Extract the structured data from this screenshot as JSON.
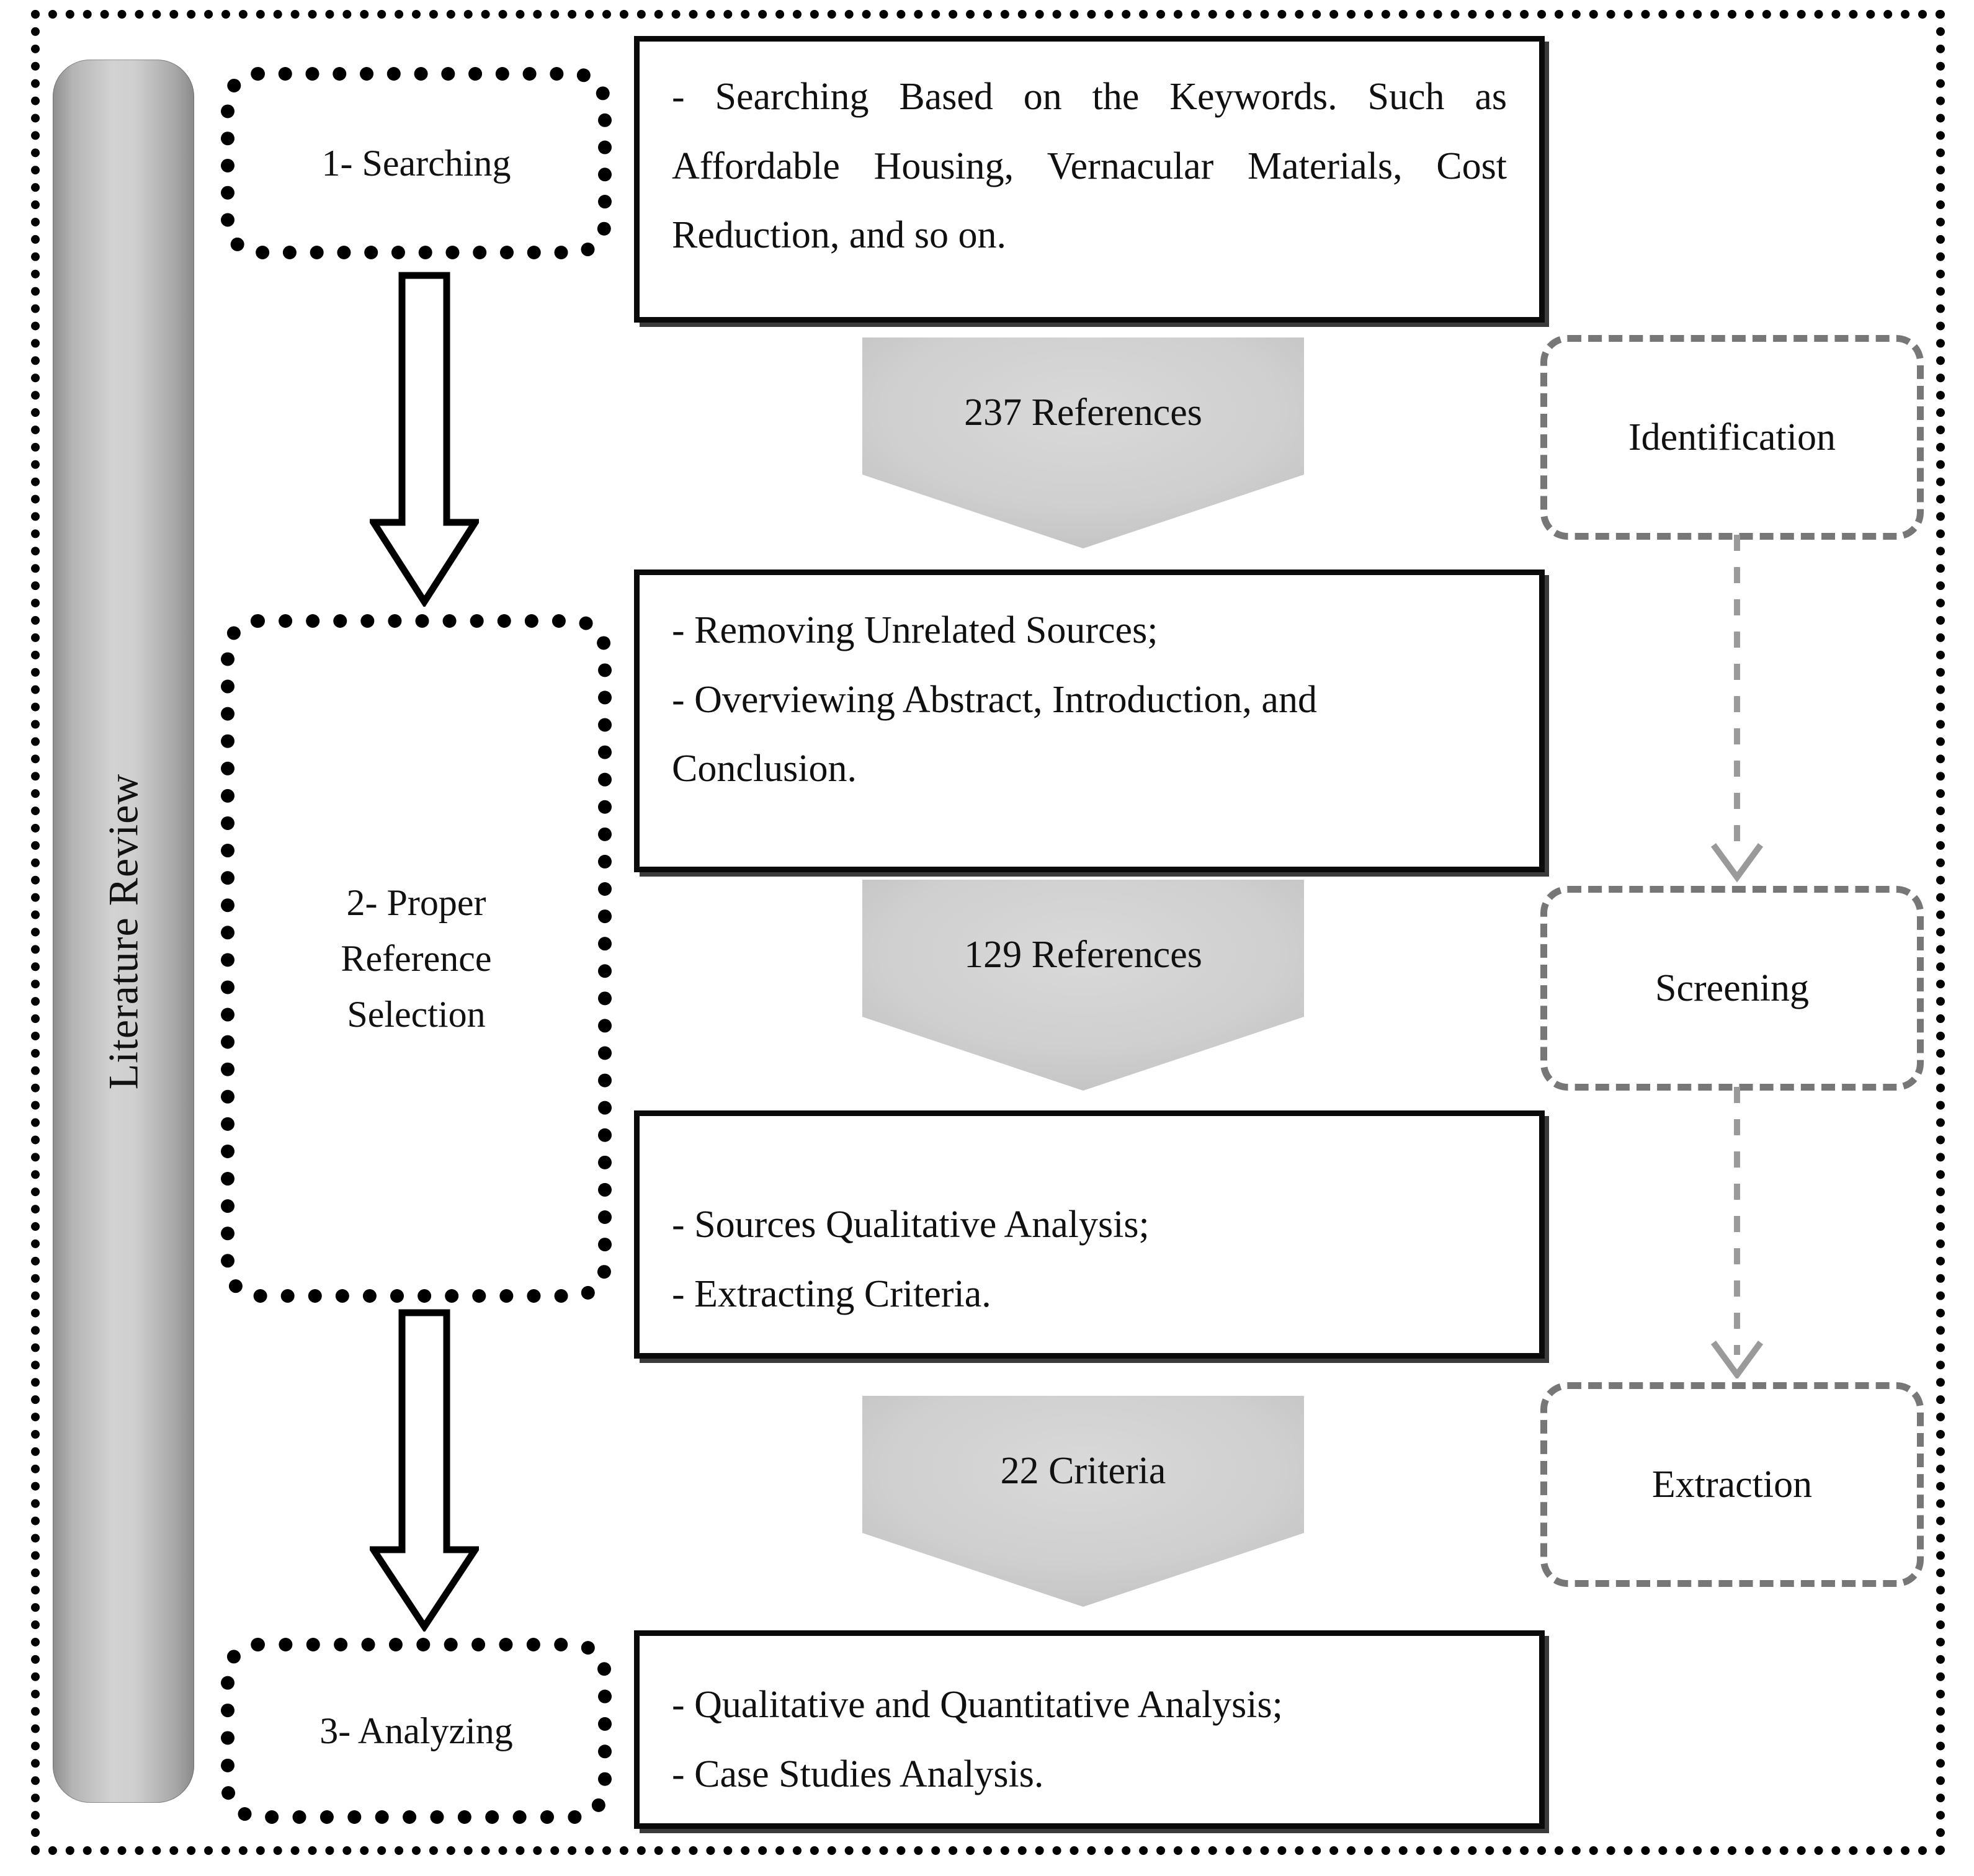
{
  "diagram": {
    "title": "Literature Review",
    "sidebar_label": "Literature Review",
    "steps": [
      {
        "id": "step-1",
        "label": "1- Searching"
      },
      {
        "id": "step-2",
        "label": "2- Proper Reference Selection"
      },
      {
        "id": "step-3",
        "label": "3- Analyzing"
      }
    ],
    "content_boxes": [
      {
        "id": "content-1",
        "lines": [
          "- Searching Based on the Keywords. Such as Affordable Housing, Vernacular Materials, Cost Reduction, and so on."
        ]
      },
      {
        "id": "content-2",
        "lines": [
          "- Removing Unrelated Sources;",
          "- Overviewing Abstract, Introduction, and Conclusion."
        ]
      },
      {
        "id": "content-3",
        "lines": [
          "- Sources Qualitative Analysis;",
          "- Extracting Criteria."
        ]
      },
      {
        "id": "content-4",
        "lines": [
          "- Qualitative and Quantitative Analysis;",
          "- Case Studies Analysis."
        ]
      }
    ],
    "counts": [
      {
        "id": "count-1",
        "label": "237 References",
        "value": 237,
        "unit": "References"
      },
      {
        "id": "count-2",
        "label": "129 References",
        "value": 129,
        "unit": "References"
      },
      {
        "id": "count-3",
        "label": "22 Criteria",
        "value": 22,
        "unit": "Criteria"
      }
    ],
    "stages": [
      {
        "id": "stage-1",
        "label": "Identification"
      },
      {
        "id": "stage-2",
        "label": "Screening"
      },
      {
        "id": "stage-3",
        "label": "Extraction"
      }
    ],
    "colors": {
      "frame": "#000000",
      "step_border": "#000000",
      "content_border": "#0a0a0a",
      "pentagon_fill": "#cfcfcf",
      "stage_border": "#777777",
      "bar_fill": "#c9c9c9",
      "connector": "#9a9a9a"
    }
  }
}
